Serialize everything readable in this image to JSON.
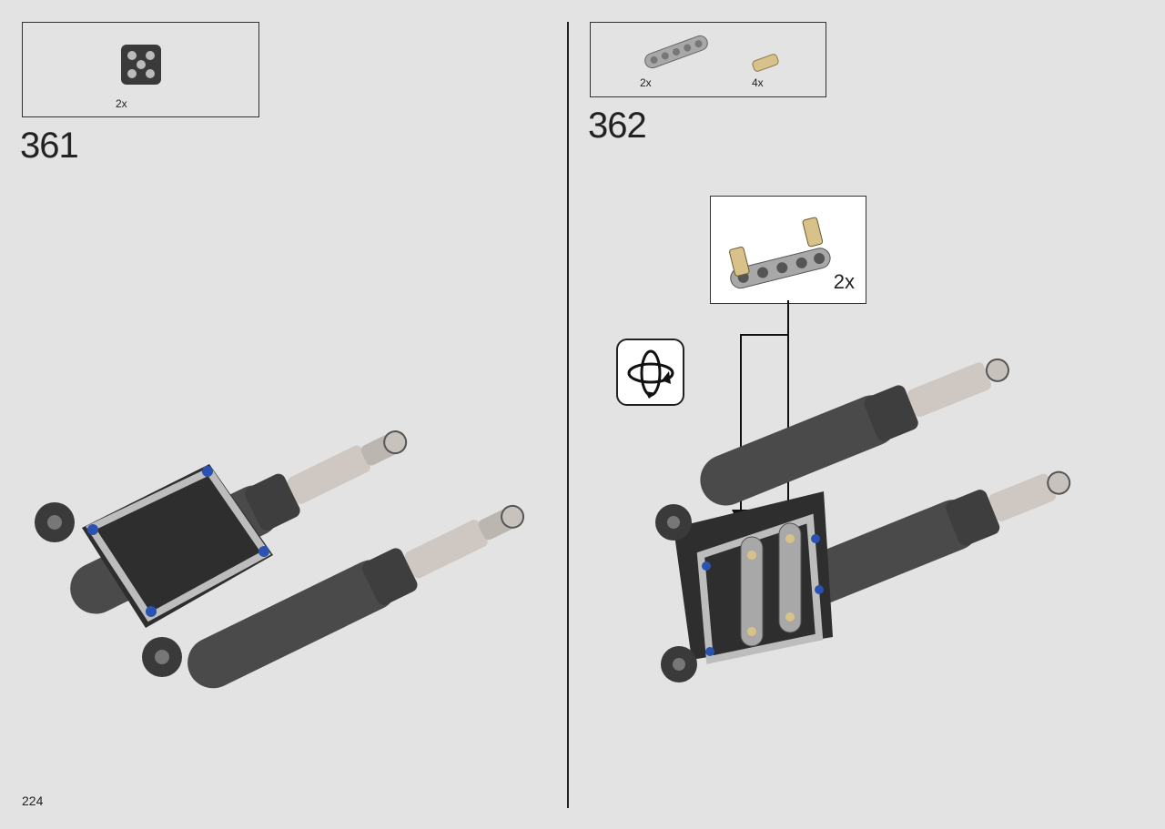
{
  "page_number": "224",
  "steps": [
    {
      "number": "361",
      "parts": [
        {
          "name": "dark-gray-connector-block",
          "qty": "2x"
        }
      ]
    },
    {
      "number": "362",
      "parts": [
        {
          "name": "light-gray-beam-5",
          "qty": "2x"
        },
        {
          "name": "tan-pin",
          "qty": "4x"
        }
      ],
      "subassembly_qty": "2x",
      "rotate_icon": "rotate-model-icon"
    }
  ],
  "colors": {
    "background": "#e3e3e3",
    "dark_gray": "#3d3d3d",
    "light_gray": "#a8a8a8",
    "tan": "#d8c28a",
    "blue_pin": "#2a52b0"
  }
}
